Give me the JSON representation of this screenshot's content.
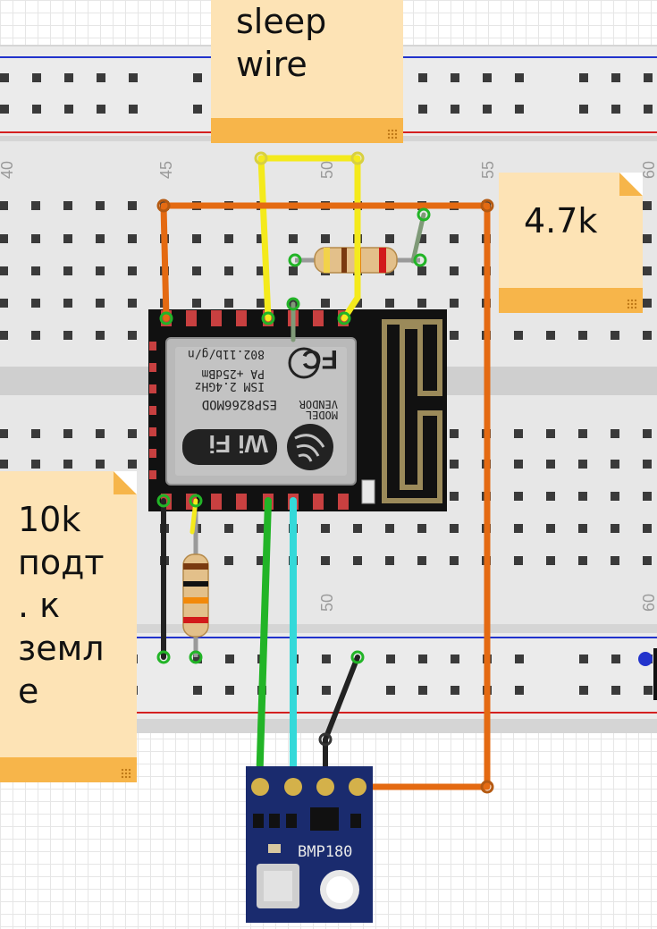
{
  "breadboard": {
    "column_numbers_top": [
      "40",
      "45",
      "50",
      "55",
      "60"
    ],
    "column_numbers_bottom": [
      "50",
      "60"
    ]
  },
  "module": {
    "chip_text": [
      "ESP8266MOD",
      "VENDOR",
      "MODEL",
      "802.11b/g/n",
      "PA +25dBm",
      "ISM 2.4GHz"
    ],
    "wifi_logo_text": "Wi Fi",
    "fc_mark": "FC"
  },
  "sensor": {
    "label": "BMP180"
  },
  "notes": {
    "sleep_wire": "sleep\nwire",
    "resistor_47k": "4.7k",
    "pulldown": "10k\nподт\n. к\nземл\nе"
  },
  "colors": {
    "wire_orange": "#e46a12",
    "wire_yellow": "#f4ea1c",
    "wire_green": "#22b427",
    "wire_cyan": "#34d9d9",
    "wire_black": "#222222",
    "wire_gray": "#7f9a78",
    "rail_red": "#d42020",
    "rail_blue": "#2233cc",
    "note_bg": "#fde3b5",
    "note_bar": "#f7b54a",
    "pcb_blue": "#1a2b6e",
    "module_black": "#111111"
  }
}
